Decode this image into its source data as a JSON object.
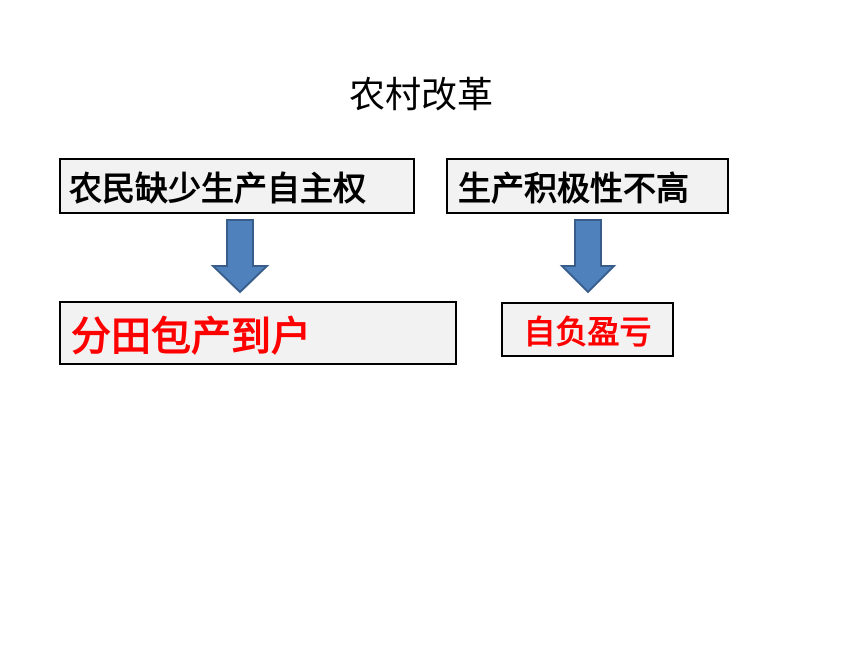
{
  "title": "农村改革",
  "boxes": {
    "problem_left": "农民缺少生产自主权",
    "problem_right": "生产积极性不高",
    "solution_left": "分田包产到户",
    "solution_right": "自负盈亏"
  },
  "colors": {
    "problem_text": "#000000",
    "solution_text": "#ff0000",
    "box_fill": "#f2f2f2",
    "box_border": "#000000",
    "arrow_fill": "#4f81bd",
    "arrow_stroke": "#385d8a"
  },
  "icons": {
    "arrow": "down-arrow-icon"
  }
}
